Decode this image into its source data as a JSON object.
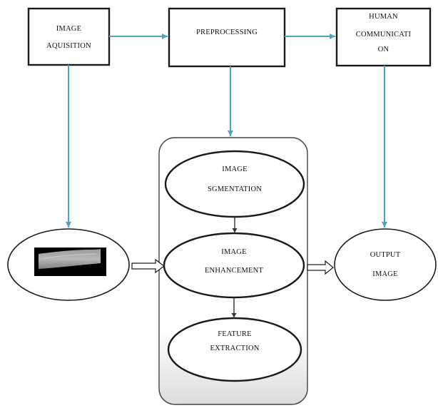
{
  "nodes": {
    "acquisition": {
      "line1": "IMAGE",
      "line2": "AQUISITION"
    },
    "preprocessing": {
      "line1": "PREPROCESSING"
    },
    "human_communication": {
      "line1": "HUMAN",
      "line2": "COMMUNICATI",
      "line3": "ON"
    },
    "segmentation": {
      "line1": "IMAGE",
      "line2": "SGMENTATION"
    },
    "enhancement": {
      "line1": "IMAGE",
      "line2": "ENHANCEMENT"
    },
    "feature_extraction": {
      "line1": "FEATURE",
      "line2": "EXTRACTION"
    },
    "output_image": {
      "line1": "OUTPUT",
      "line2": "IMAGE"
    }
  },
  "colors": {
    "arrow_blue": "#4aa3c0",
    "node_fill": "#ffffff",
    "node_stroke": "#1a1a1a",
    "text": "#111111"
  },
  "thumbnail": {
    "subject": "grayscale-elongated-specimen-image"
  }
}
